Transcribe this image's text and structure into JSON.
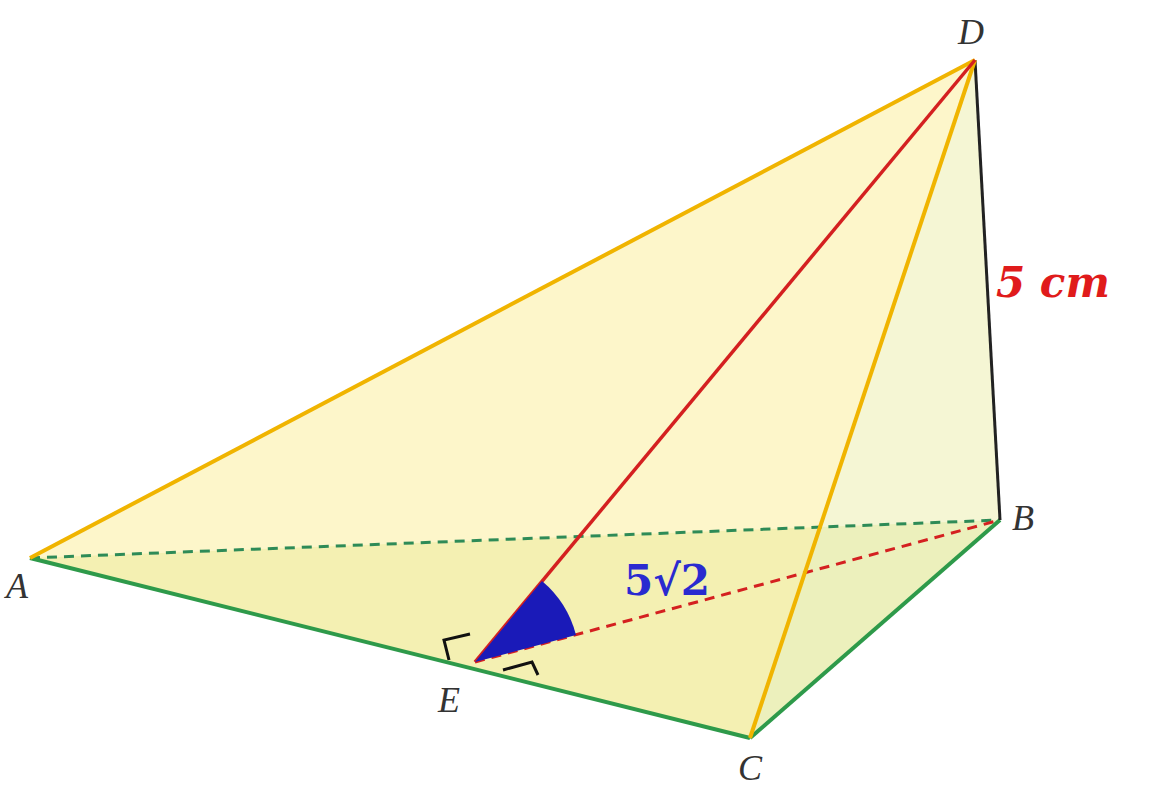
{
  "diagram": {
    "labels": [
      "D",
      "B",
      "A",
      "E",
      "C",
      "5 cm",
      "5√2"
    ]
  }
}
